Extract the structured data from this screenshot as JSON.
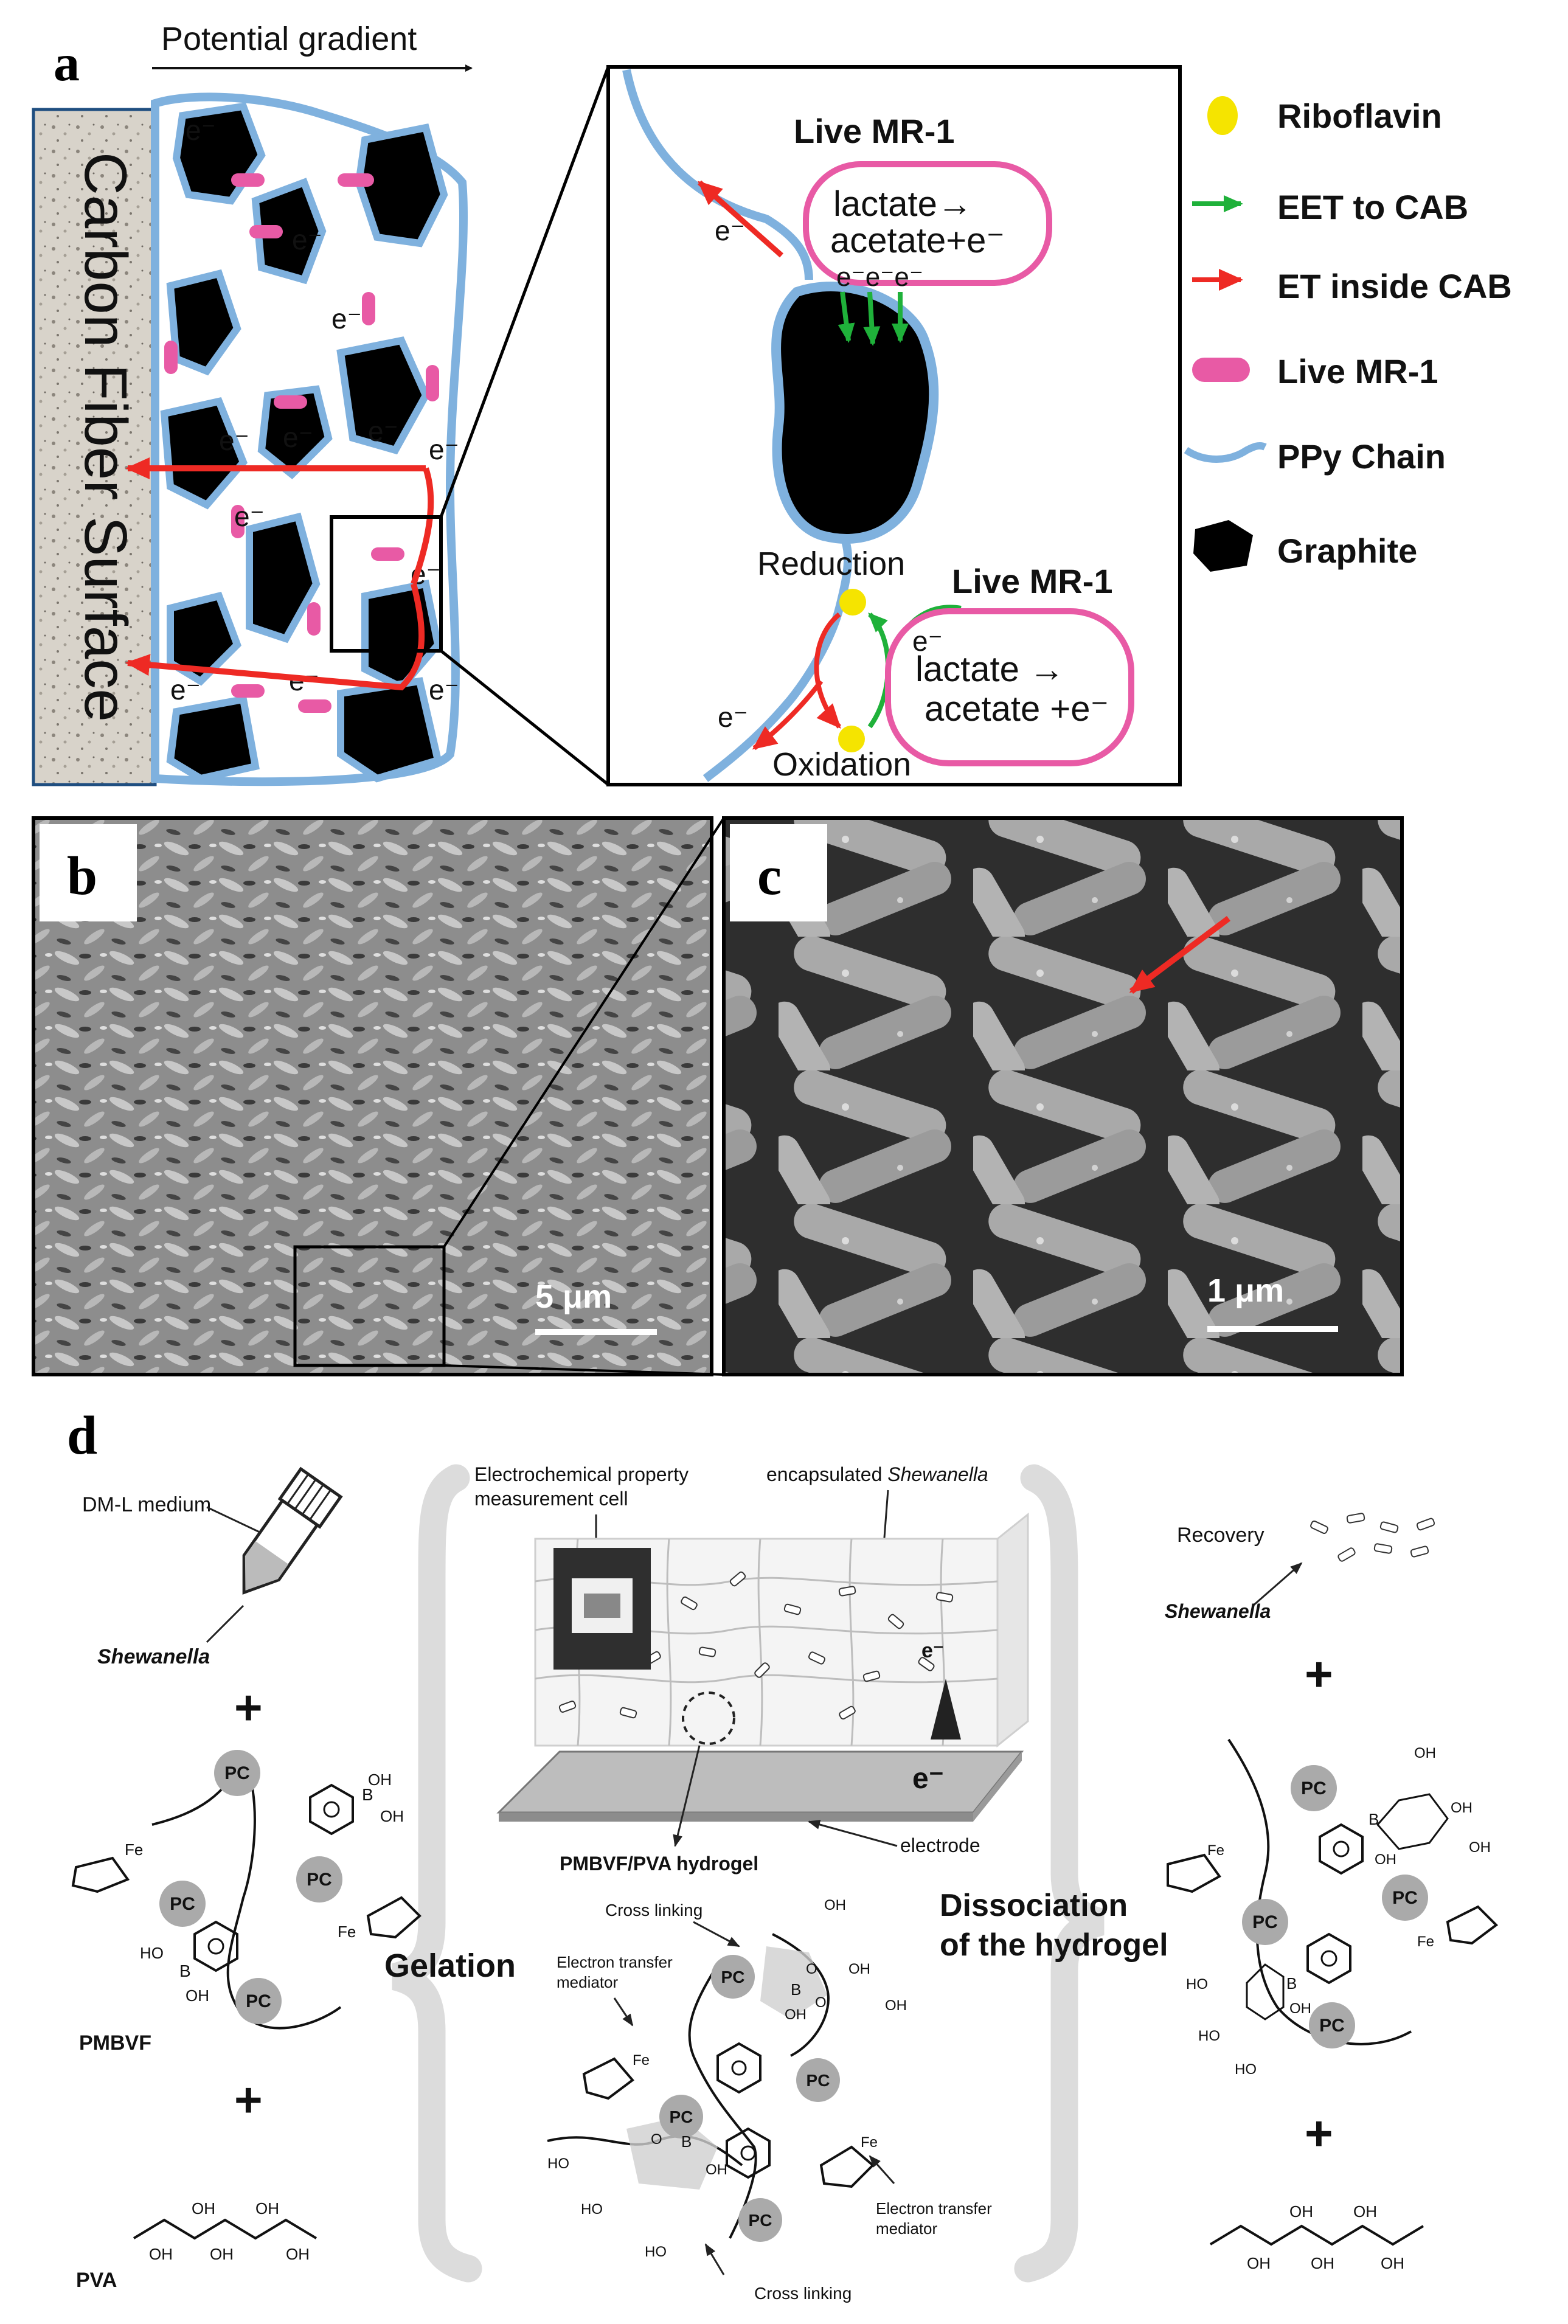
{
  "panels": {
    "a": "a",
    "b": "b",
    "c": "c",
    "d": "d"
  },
  "panel_a": {
    "potential_gradient": "Potential gradient",
    "surface_label": "Carbon Fiber Surface",
    "electron": "e⁻",
    "zoom": {
      "live_top": "Live MR-1",
      "lactate_top_1": "lactate→",
      "lactate_top_2": "acetate+e⁻",
      "eee": "e⁻e⁻e⁻",
      "reduction": "Reduction",
      "oxidation": "Oxidation",
      "live_bottom": "Live MR-1",
      "lactate_bottom_1": "e⁻",
      "lactate_bottom_2": "lactate →",
      "lactate_bottom_3": "acetate +e⁻"
    },
    "legend": [
      {
        "label": "Riboflavin",
        "color": "#f5e400"
      },
      {
        "label": "EET to CAB",
        "color": "#1fb13a"
      },
      {
        "label": "ET inside CAB",
        "color": "#ee2a24"
      },
      {
        "label": "Live MR-1",
        "color": "#e85aa5"
      },
      {
        "label": "PPy Chain",
        "color": "#7fb1de"
      },
      {
        "label": "Graphite",
        "color": "#000000"
      }
    ]
  },
  "panel_b": {
    "scale_bar": "5 μm"
  },
  "panel_c": {
    "scale_bar": "1 μm"
  },
  "panel_d": {
    "dm_medium": "DM-L medium",
    "shewanella": "Shewanella",
    "pmbvf": "PMBVF",
    "pva": "PVA",
    "gelation": "Gelation",
    "cell_label_1": "Electrochemical property",
    "cell_label_2": "measurement cell",
    "encapsulated": "encapsulated",
    "encapsulated_species": "Shewanella",
    "electrode": "electrode",
    "hydrogel": "PMBVF/PVA hydrogel",
    "cross_linking": "Cross linking",
    "etm_1": "Electron transfer",
    "etm_2": "mediator",
    "dissociation_1": "Dissociation",
    "dissociation_2": "of the hydrogel",
    "recovery": "Recovery",
    "pc": "PC",
    "oh": "OH",
    "ho": "HO",
    "fe": "Fe",
    "b": "B",
    "o": "O",
    "plus": "+",
    "e_minus": "e⁻"
  }
}
